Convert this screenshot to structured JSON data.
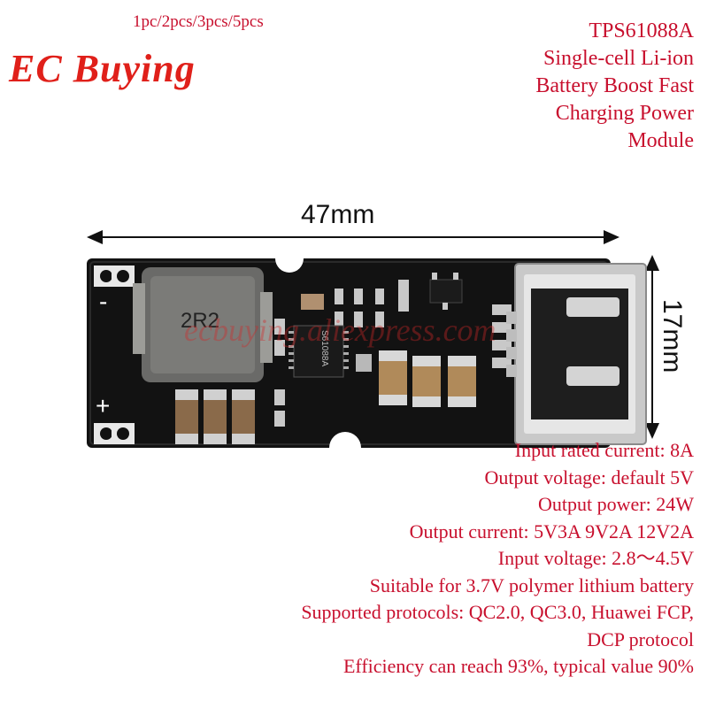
{
  "header": {
    "quantity_options": "1pc/2pcs/3pcs/5pcs",
    "brand": "EC Buying",
    "title_lines": [
      "TPS61088A",
      "Single-cell Li-ion",
      "Battery Boost Fast",
      "Charging Power",
      "Module"
    ]
  },
  "board": {
    "width_label": "47mm",
    "height_label": "17mm",
    "inductor_marking": "2R2",
    "chip_marking": "S61088A",
    "minus_label": "-",
    "plus_label": "+",
    "watermark": "ecbuying.aliexpress.com"
  },
  "specs": [
    "Input rated current: 8A",
    "Output voltage: default 5V",
    "Output power: 24W",
    "Output current: 5V3A 9V2A 12V2A",
    "Input voltage: 2.8～4.5V",
    "Suitable for 3.7V polymer lithium battery",
    "Supported protocols: QC2.0, QC3.0, Huawei FCP,",
    "DCP protocol",
    "Efficiency can reach 93%, typical value 90%"
  ],
  "colors": {
    "text_red": "#c8102e",
    "brand_red": "#e0201a",
    "pcb": "#121212"
  }
}
